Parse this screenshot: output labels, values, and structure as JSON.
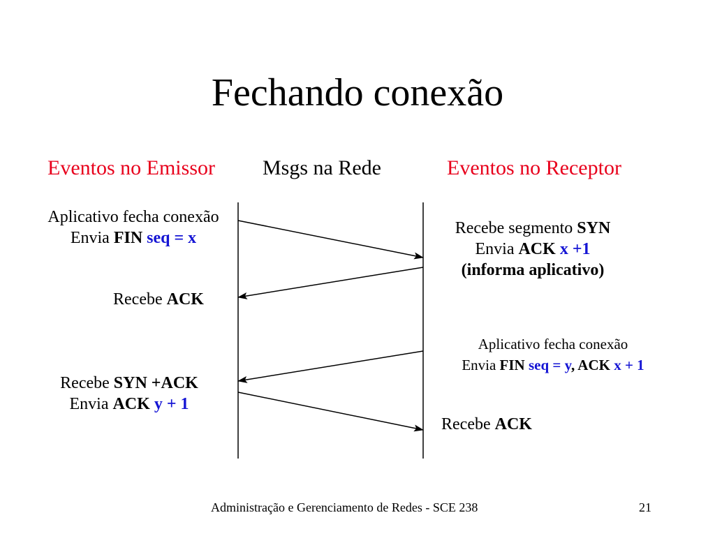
{
  "title": "Fechando conexão",
  "headers": {
    "sender": "Eventos no Emissor",
    "network": "Msgs na Rede",
    "receiver": "Eventos no Receptor"
  },
  "sender_events": {
    "e1": {
      "line1": "Aplicativo fecha conexão",
      "line2_prefix": "Envia ",
      "line2_bold": "FIN",
      "line2_blue": "seq = x"
    },
    "e2": {
      "prefix": "Recebe ",
      "bold": "ACK"
    },
    "e3": {
      "line1_prefix": "Recebe ",
      "line1_bold": "SYN +ACK",
      "line2_prefix": "Envia ",
      "line2_bold": "ACK",
      "line2_blue": "y + 1"
    }
  },
  "receiver_events": {
    "e1": {
      "line1_prefix": "Recebe segmento ",
      "line1_bold": "SYN",
      "line2_prefix": "Envia ",
      "line2_bold": "ACK",
      "line2_blue": "x +1",
      "line3": "(informa aplicativo)"
    },
    "e2": {
      "line1": "Aplicativo fecha conexão",
      "line2_prefix": "Envia ",
      "line2_bold_1": "FIN",
      "line2_blue_1": "seq = y",
      "line2_bold_2": ", ACK",
      "line2_blue_2": "x + 1"
    },
    "e3": {
      "prefix": "Recebe ",
      "bold": "ACK"
    }
  },
  "footer": {
    "course": "Administração e Gerenciamento de Redes - SCE 238",
    "page": "21"
  },
  "colors": {
    "header_accent": "#e8001c",
    "value_accent": "#1515d4"
  }
}
